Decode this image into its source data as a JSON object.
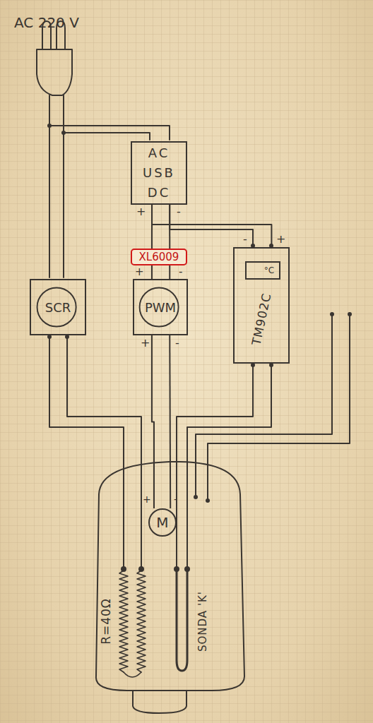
{
  "diagram": {
    "nodes": [
      {
        "text": [
          "AC USB DC"
        ]
      },
      {
        "text": [
          "XL6009"
        ]
      },
      {
        "text": [
          "SCR"
        ]
      },
      {
        "text": [
          "PWM"
        ]
      },
      {
        "text": [
          "TM902C"
        ]
      },
      {
        "text": [
          "°C"
        ],
        "in": 4
      },
      {
        "text": [
          "M"
        ]
      }
    ],
    "edges": [
      {
        "from": 0,
        "to": 3,
        "arrow": "none"
      },
      {
        "from": 0,
        "to": 3,
        "arrow": "none"
      },
      {
        "from": 0,
        "to": 4,
        "arrow": "none"
      },
      {
        "from": 0,
        "to": 4,
        "arrow": "none"
      },
      {
        "from": 3,
        "to": 6,
        "arrow": "none"
      },
      {
        "from": 3,
        "to": 6,
        "arrow": "none"
      }
    ],
    "labels": [
      "AC 220 V",
      "+",
      "-",
      "+",
      "-",
      "-",
      "+",
      "+",
      "-",
      "+",
      "-",
      "R=40Ω",
      "SONDA 'K'"
    ]
  }
}
